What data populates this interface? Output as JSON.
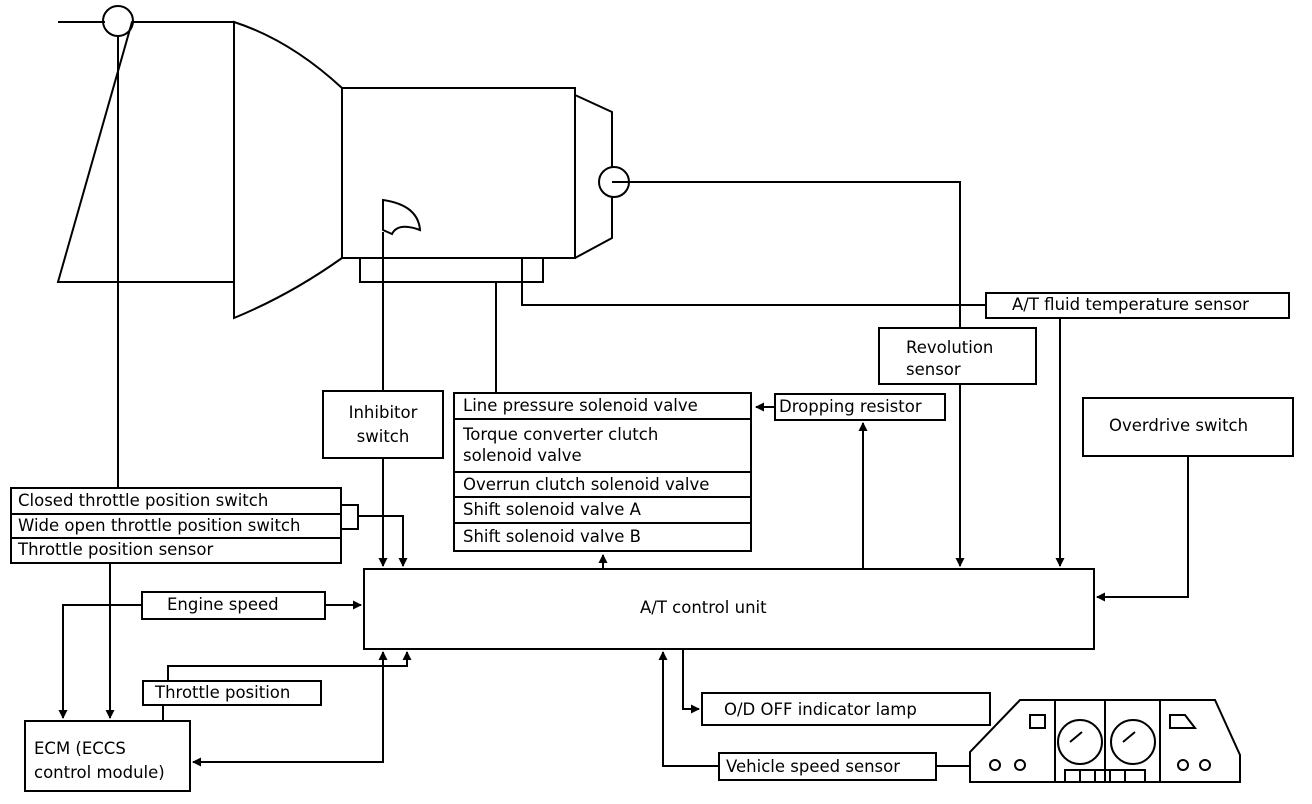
{
  "labels": {
    "at_fluid_temp_sensor": "A/T fluid temperature sensor",
    "revolution_sensor_1": "Revolution",
    "revolution_sensor_2": "sensor",
    "inhibitor_switch_1": "Inhibitor",
    "inhibitor_switch_2": "switch",
    "dropping_resistor": "Dropping resistor",
    "overdrive_switch": "Overdrive switch",
    "line_pressure_valve": "Line pressure solenoid valve",
    "torque_converter_1": "Torque converter clutch",
    "torque_converter_2": "solenoid valve",
    "overrun_clutch_valve": "Overrun clutch solenoid valve",
    "shift_valve_a": "Shift solenoid valve A",
    "shift_valve_b": "Shift solenoid valve B",
    "closed_throttle_switch": "Closed throttle position switch",
    "wide_open_throttle_switch": "Wide open throttle position switch",
    "throttle_position_sensor": "Throttle position sensor",
    "engine_speed": "Engine speed",
    "at_control_unit": "A/T control unit",
    "throttle_position": "Throttle position",
    "od_off_lamp": "O/D OFF indicator lamp",
    "ecm_1": "ECM (ECCS",
    "ecm_2": "control module)",
    "vehicle_speed_sensor": "Vehicle speed sensor"
  }
}
